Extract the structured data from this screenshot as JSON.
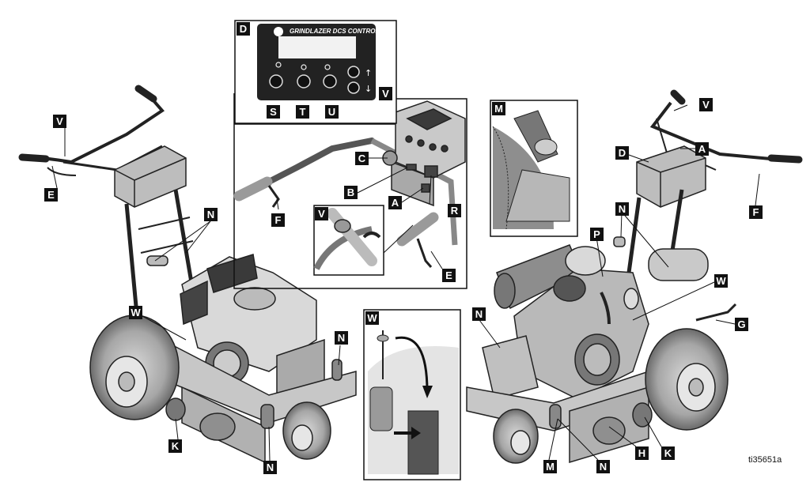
{
  "panel_text": "GRINDLAZER DCS CONTROL",
  "figure_id": "ti35651a",
  "callouts": {
    "A": "A",
    "B": "B",
    "C": "C",
    "D": "D",
    "E": "E",
    "F": "F",
    "G": "G",
    "H": "H",
    "K": "K",
    "M": "M",
    "N": "N",
    "P": "P",
    "R": "R",
    "S": "S",
    "T": "T",
    "U": "U",
    "V": "V",
    "W": "W"
  },
  "arrow_labels": {
    "up": "↑",
    "down": "↓"
  }
}
